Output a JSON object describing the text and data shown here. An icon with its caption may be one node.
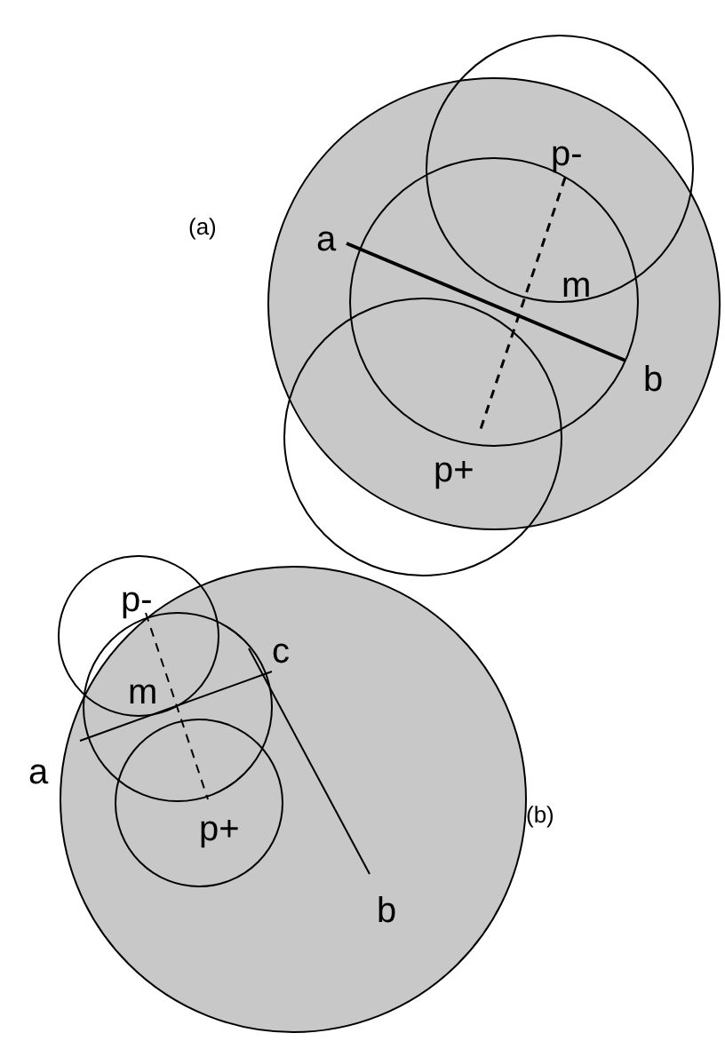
{
  "diagram": {
    "labels": [
      "p-",
      "(a)",
      "a",
      "m",
      "b",
      "p+",
      "p-",
      "c",
      "m",
      "a",
      "p+",
      "(b)",
      "b"
    ]
  }
}
